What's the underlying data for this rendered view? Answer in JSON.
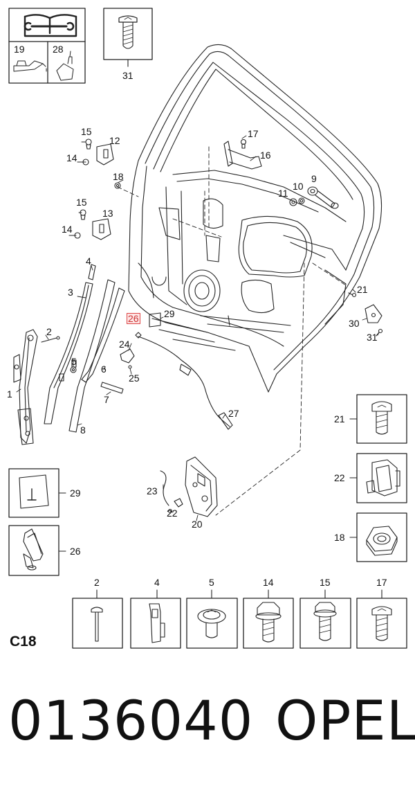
{
  "page_code": "C18",
  "part_number": "0136040",
  "brand": "OPEL",
  "icons": {
    "manual": "repair-manual-wrench-icon",
    "oil": "oil-can-icon",
    "adhesive": "adhesive-tube-icon"
  },
  "legend": {
    "oil_label": "19",
    "adhesive_label": "28",
    "screw_label": "31"
  },
  "callouts": {
    "c1": "1",
    "c2": "2",
    "c3": "3",
    "c4": "4",
    "c5": "5",
    "c6": "6",
    "c7": "7",
    "c8": "8",
    "c9": "9",
    "c10": "10",
    "c11": "11",
    "c12": "12",
    "c13": "13",
    "c14a": "14",
    "c14b": "14",
    "c15a": "15",
    "c15b": "15",
    "c16": "16",
    "c17": "17",
    "c18": "18",
    "c20": "20",
    "c21": "21",
    "c22": "22",
    "c23": "23",
    "c24": "24",
    "c25": "25",
    "c26": "26",
    "c27": "27",
    "c29": "29",
    "c30": "30",
    "c31": "31"
  },
  "side_boxes": [
    {
      "label": "21"
    },
    {
      "label": "22"
    },
    {
      "label": "18"
    },
    {
      "label": "29"
    },
    {
      "label": "26"
    }
  ],
  "bottom_boxes": [
    {
      "label": "2"
    },
    {
      "label": "4"
    },
    {
      "label": "5"
    },
    {
      "label": "14"
    },
    {
      "label": "15"
    },
    {
      "label": "17"
    }
  ]
}
